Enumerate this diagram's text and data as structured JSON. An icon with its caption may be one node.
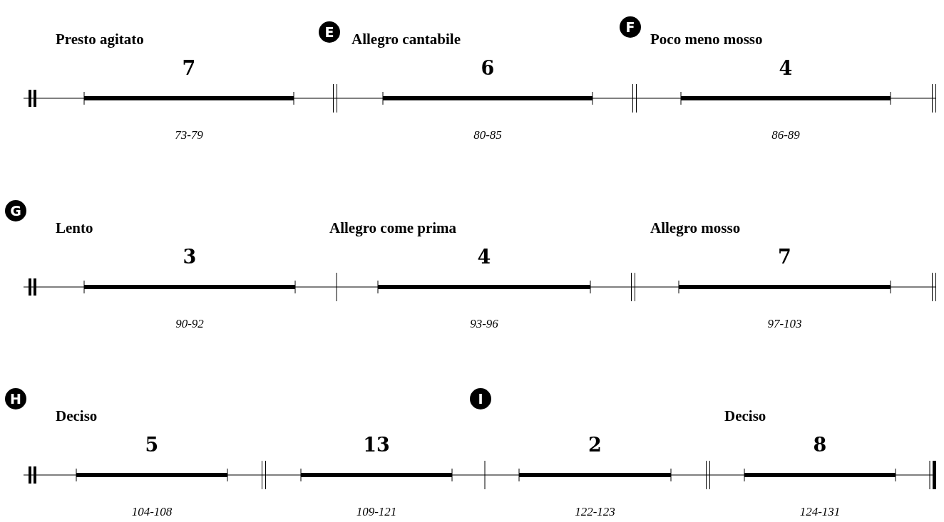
{
  "diagram": {
    "nodes": [
      {
        "text": [
          "Presto agitato",
          "7"
        ],
        "beside": [
          "73-79"
        ]
      },
      {
        "text": [
          "E"
        ]
      },
      {
        "text": [
          "Allegro cantabile",
          "6"
        ],
        "beside": [
          "80-85"
        ]
      },
      {
        "text": [
          "F"
        ]
      },
      {
        "text": [
          "Poco meno mosso",
          "4"
        ],
        "beside": [
          "86-89"
        ]
      },
      {
        "text": [
          "G"
        ]
      },
      {
        "text": [
          "Lento",
          "3"
        ],
        "beside": [
          "90-92"
        ]
      },
      {
        "text": [
          "Allegro come prima",
          "4"
        ],
        "beside": [
          "93-96"
        ]
      },
      {
        "text": [
          "Allegro mosso",
          "7"
        ],
        "beside": [
          "97-103"
        ]
      },
      {
        "text": [
          "H"
        ]
      },
      {
        "text": [
          "Deciso",
          "5"
        ],
        "beside": [
          "104-108"
        ]
      },
      {
        "text": [
          "13"
        ],
        "beside": [
          "109-121"
        ]
      },
      {
        "text": [
          "I"
        ]
      },
      {
        "text": [
          "2"
        ],
        "beside": [
          "122-123"
        ]
      },
      {
        "text": [
          "Deciso",
          "8"
        ],
        "beside": [
          "124-131"
        ]
      }
    ]
  }
}
